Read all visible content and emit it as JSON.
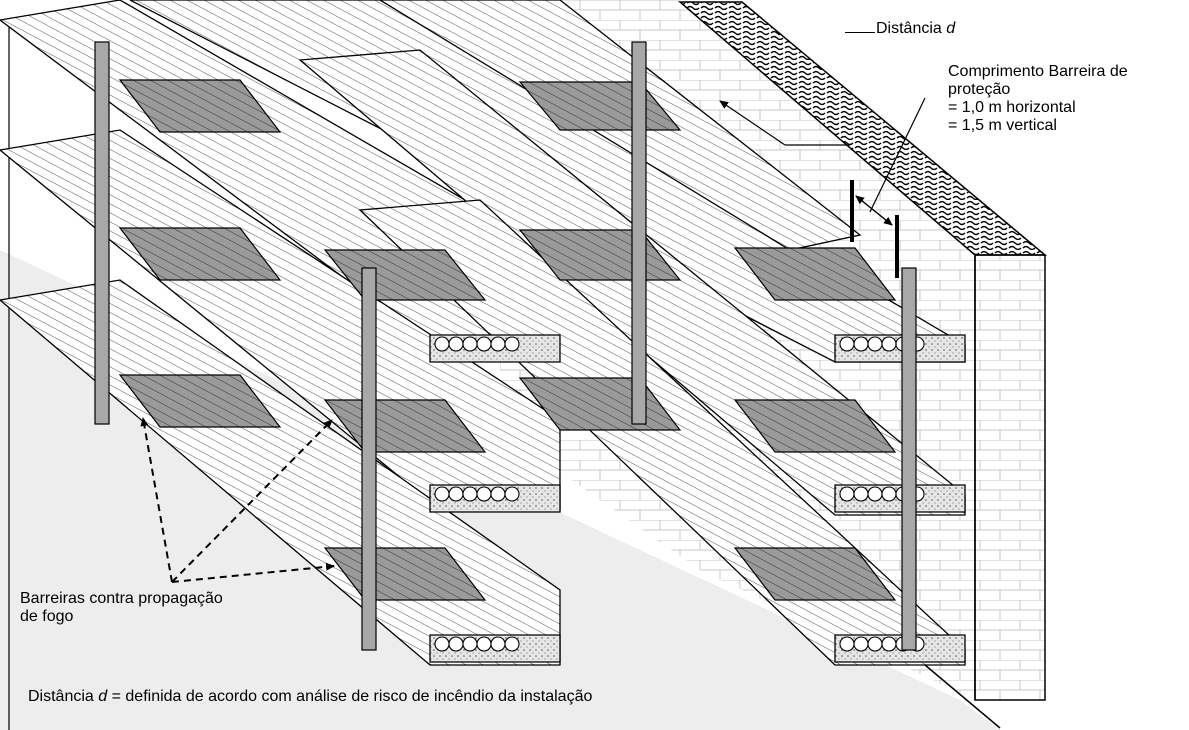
{
  "labels": {
    "distance_prefix": "Distância ",
    "distance_var": "d",
    "barrier_length_line1": "Comprimento Barreira de",
    "barrier_length_line2": "proteção",
    "barrier_length_line3": "= 1,0 m horizontal",
    "barrier_length_line4": "= 1,5 m vertical",
    "fire_barriers_line1": "Barreiras contra propagação",
    "fire_barriers_line2": "de fogo",
    "note_prefix": "Distância ",
    "note_var": "d",
    "note_suffix": " = definida de acordo com análise de risco de incêndio da instalação"
  },
  "colors": {
    "line": "#000000",
    "tray_face": "#ffffff",
    "barrier_fill": "#a8a8a8",
    "cable_shadow": "#8c8c8c",
    "floor": "#ededed",
    "wall_pattern": "#bdbdbd"
  }
}
